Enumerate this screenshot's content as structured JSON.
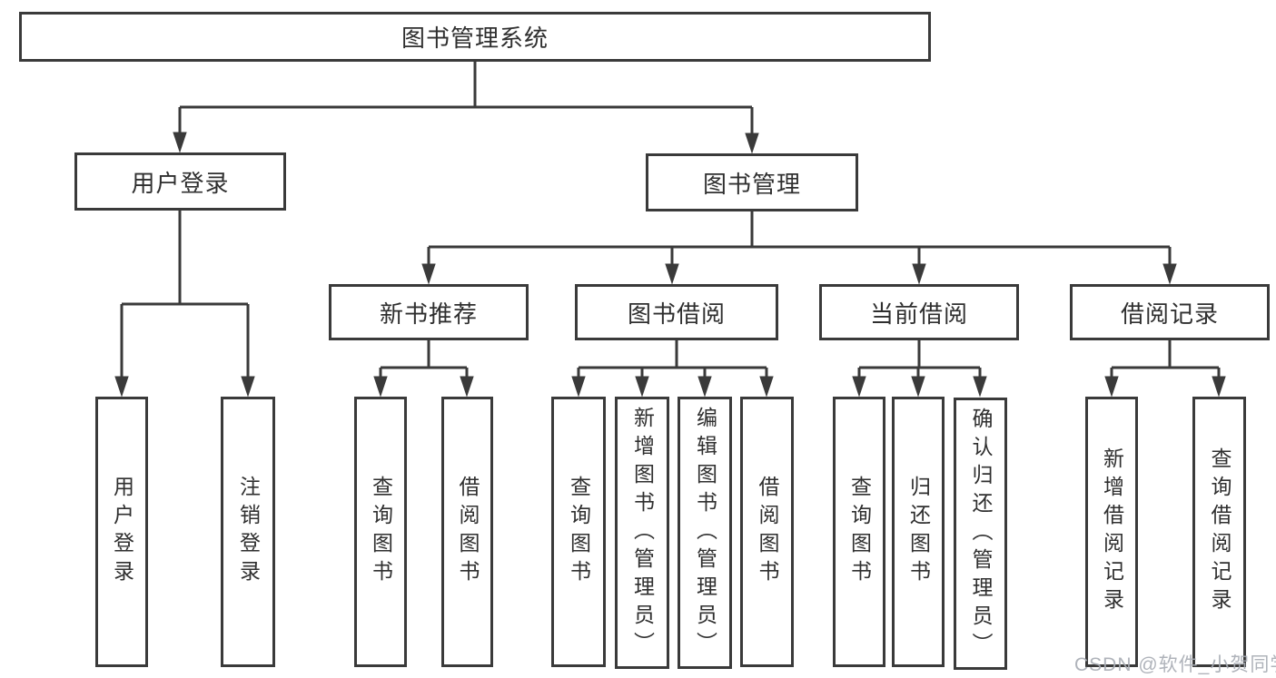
{
  "diagram_title": "图书管理系统",
  "tree": {
    "label": "图书管理系统",
    "children": [
      {
        "label": "用户登录",
        "children": [
          {
            "label": "用户登录"
          },
          {
            "label": "注销登录"
          }
        ]
      },
      {
        "label": "图书管理",
        "children": [
          {
            "label": "新书推荐",
            "children": [
              {
                "label": "查询图书"
              },
              {
                "label": "借阅图书"
              }
            ]
          },
          {
            "label": "图书借阅",
            "children": [
              {
                "label": "查询图书"
              },
              {
                "label": "新增图书（管理员）"
              },
              {
                "label": "编辑图书（管理员）"
              },
              {
                "label": "借阅图书"
              }
            ]
          },
          {
            "label": "当前借阅",
            "children": [
              {
                "label": "查询图书"
              },
              {
                "label": "归还图书"
              },
              {
                "label": "确认归还（管理员）"
              }
            ]
          },
          {
            "label": "借阅记录",
            "children": [
              {
                "label": "新增借阅记录"
              },
              {
                "label": "查询借阅记录"
              }
            ]
          }
        ]
      }
    ]
  },
  "watermark": {
    "text": "CSDN @软件_小贺同学"
  },
  "colors": {
    "line": "#3a3a3a",
    "box_border": "#3a3a3a",
    "text": "#2f2f2f",
    "watermark": "#a8acb4",
    "background": "#ffffff"
  }
}
